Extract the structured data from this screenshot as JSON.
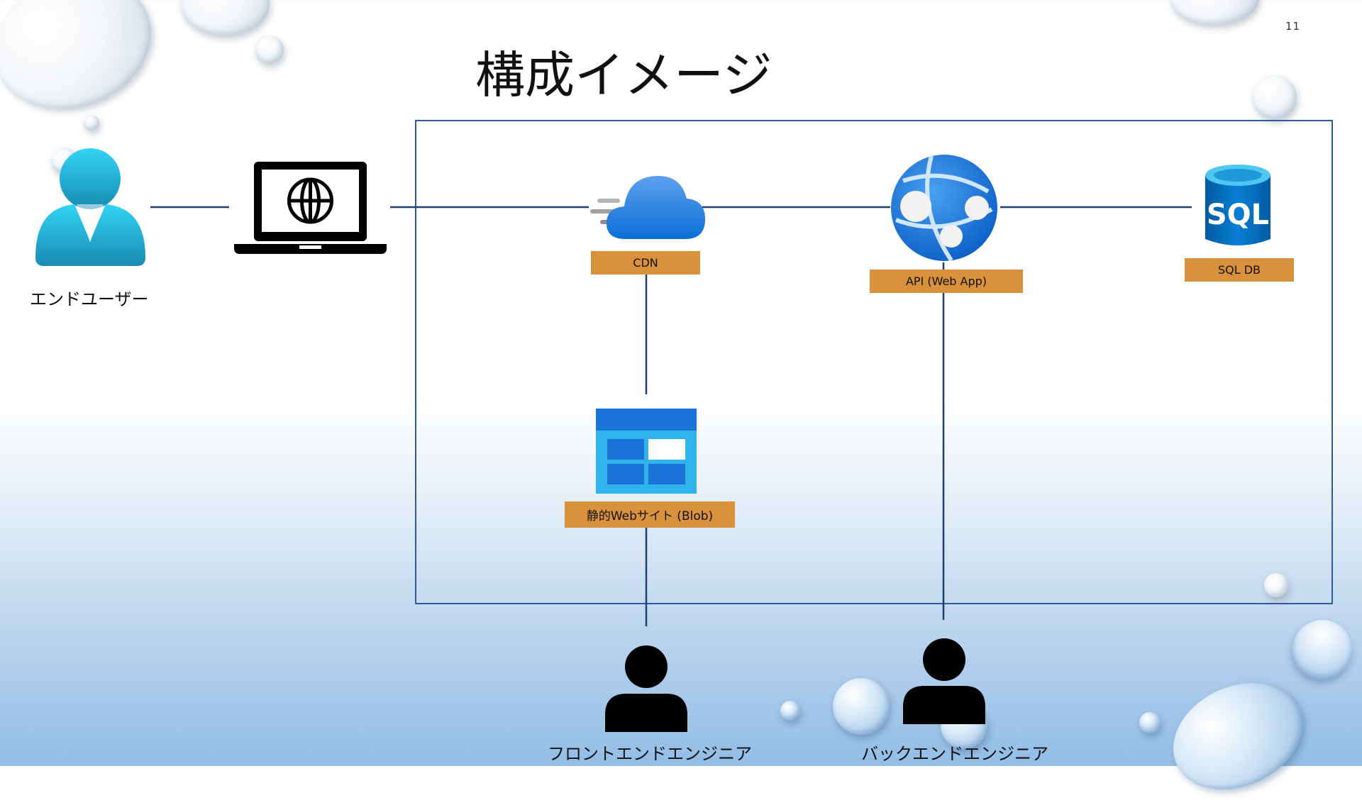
{
  "page_number": "11",
  "title": "構成イメージ",
  "nodes": {
    "end_user": {
      "label": "エンドユーザー"
    },
    "cdn": {
      "label": "CDN"
    },
    "api": {
      "label": "API (Web App)"
    },
    "sql": {
      "label": "SQL DB",
      "icon_text": "SQL"
    },
    "blob": {
      "label": "静的Webサイト (Blob)"
    },
    "frontend_engineer": {
      "label": "フロントエンドエンジニア"
    },
    "backend_engineer": {
      "label": "バックエンドエンジニア"
    }
  },
  "icons": {
    "end_user": "user-icon",
    "laptop": "laptop-globe-icon",
    "cdn": "cloud-cdn-icon",
    "api": "web-app-globe-icon",
    "sql": "sql-database-icon",
    "blob": "storage-table-icon",
    "frontend_engineer": "person-icon",
    "backend_engineer": "person-icon"
  },
  "colors": {
    "connector": "#1f3f73",
    "boundary": "#2e5c9b",
    "label_tag": "#d9913b"
  }
}
